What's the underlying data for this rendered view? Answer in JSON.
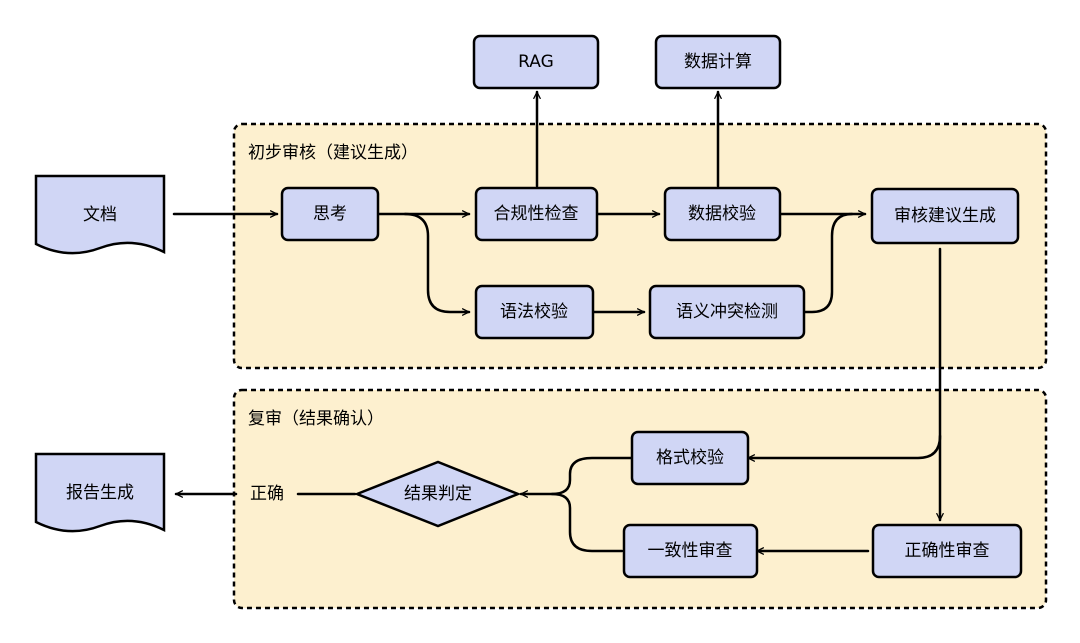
{
  "colors": {
    "node_fill": "#d0d6f5",
    "group_fill": "#fdf0cf",
    "stroke": "#000000"
  },
  "groups": {
    "initial_review": "初步审核（建议生成）",
    "re_review": "复审（结果确认）"
  },
  "nodes": {
    "document": "文档",
    "think": "思考",
    "rag": "RAG",
    "data_calc": "数据计算",
    "compliance_check": "合规性检查",
    "data_verify": "数据校验",
    "grammar_check": "语法校验",
    "semantic_conflict": "语义冲突检测",
    "suggestion_gen": "审核建议生成",
    "format_check": "格式校验",
    "correctness_review": "正确性审查",
    "consistency_review": "一致性审查",
    "result_judgment": "结果判定",
    "report_gen": "报告生成"
  },
  "edge_labels": {
    "correct": "正确"
  }
}
